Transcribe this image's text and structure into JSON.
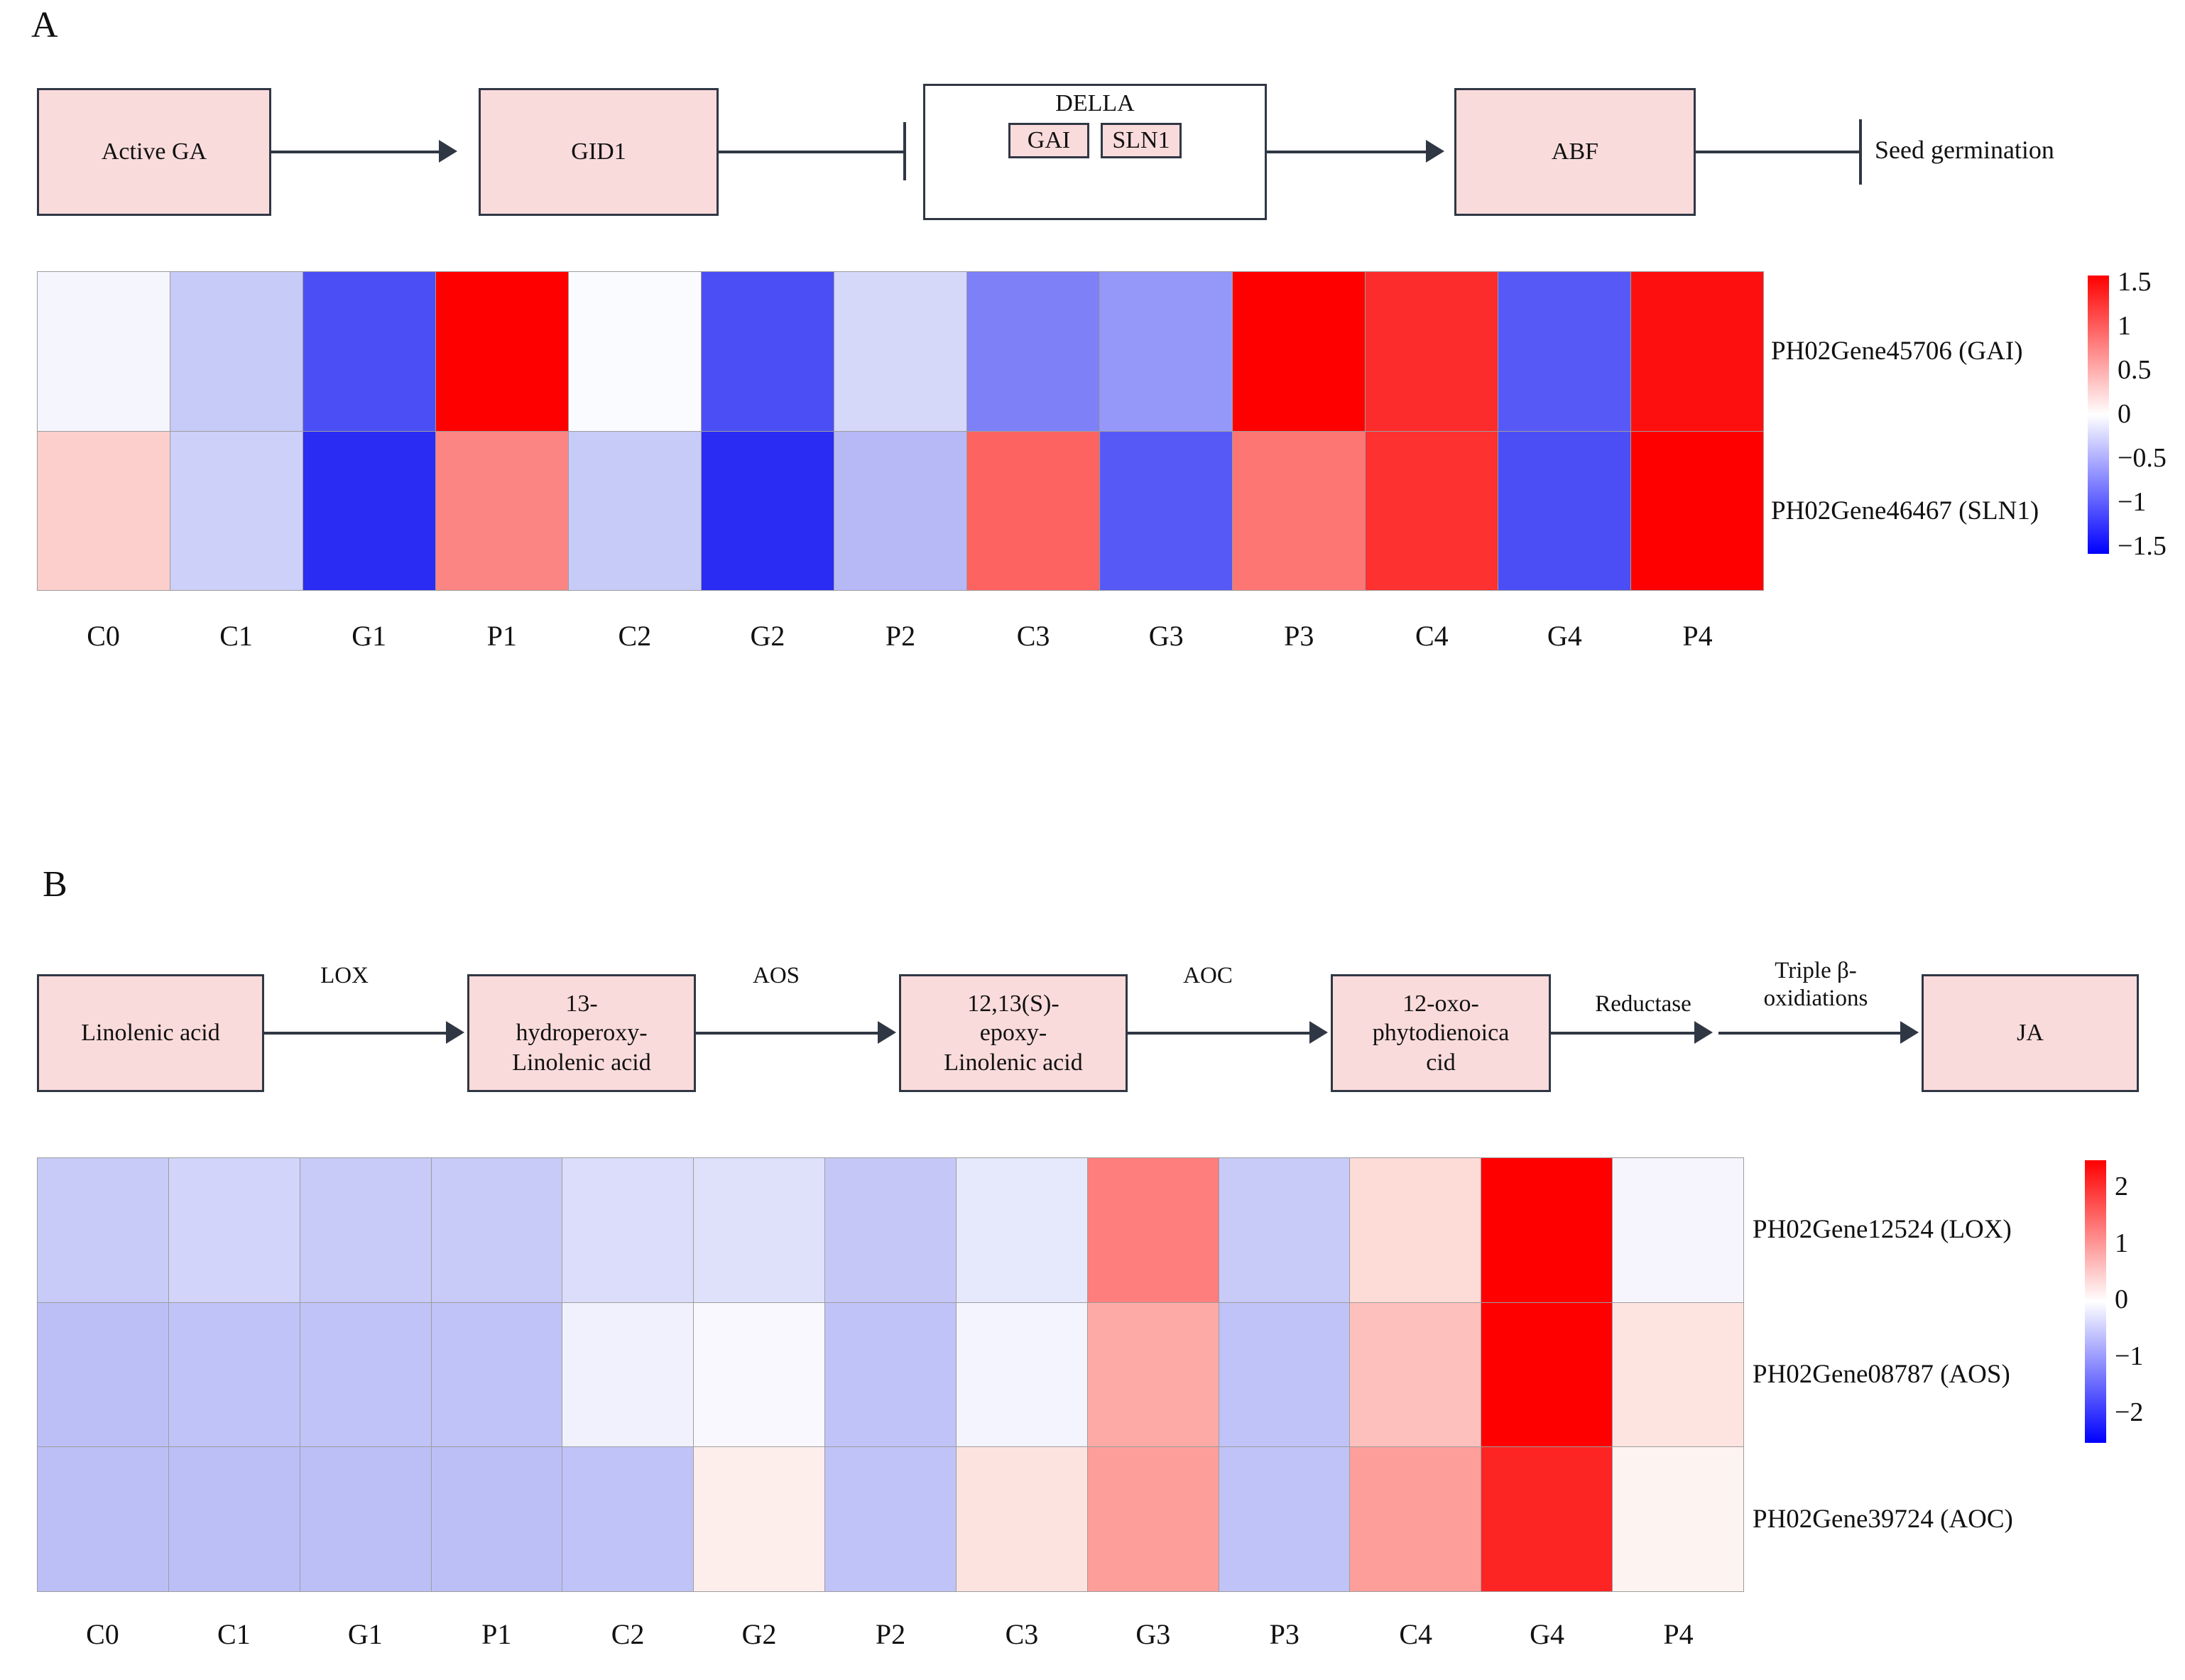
{
  "figure": {
    "panels": [
      "A",
      "B"
    ]
  },
  "panelA": {
    "letter": "A",
    "pathway": {
      "nodes": [
        {
          "id": "active-ga",
          "label": "Active GA"
        },
        {
          "id": "gid1",
          "label": "GID1"
        },
        {
          "id": "della",
          "label": "DELLA",
          "children": [
            {
              "id": "gai",
              "label": "GAI"
            },
            {
              "id": "sln1",
              "label": "SLN1"
            }
          ]
        },
        {
          "id": "abf",
          "label": "ABF"
        }
      ],
      "terminal_label": "Seed germination",
      "edges": [
        {
          "from": "active-ga",
          "to": "gid1",
          "type": "arrow"
        },
        {
          "from": "gid1",
          "to": "della",
          "type": "inhibit"
        },
        {
          "from": "della",
          "to": "abf",
          "type": "arrow"
        },
        {
          "from": "abf",
          "to": "seed-germination",
          "type": "inhibit"
        }
      ]
    },
    "heatmap": {
      "row_labels": [
        "PH02Gene45706 (GAI)",
        "PH02Gene46467 (SLN1)"
      ],
      "col_labels": [
        "C0",
        "C1",
        "G1",
        "P1",
        "C2",
        "G2",
        "P2",
        "C3",
        "G3",
        "P3",
        "C4",
        "G4",
        "P4"
      ],
      "legend_ticks": [
        "1.5",
        "1",
        "0.5",
        "0",
        "−0.5",
        "−1",
        "−1.5"
      ],
      "legend_max": 1.5,
      "legend_min": -1.5
    },
    "chart_data": {
      "type": "heatmap",
      "title": "",
      "xlabel": "",
      "ylabel": "",
      "x": [
        "C0",
        "C1",
        "G1",
        "P1",
        "C2",
        "G2",
        "P2",
        "C3",
        "G3",
        "P3",
        "C4",
        "G4",
        "P4"
      ],
      "y": [
        "PH02Gene45706 (GAI)",
        "PH02Gene46467 (SLN1)"
      ],
      "zlim": [
        -1.5,
        1.5
      ],
      "colormap": "blue-white-red",
      "values": [
        [
          -0.08,
          -0.55,
          -1.45,
          1.5,
          -0.02,
          -1.45,
          -0.45,
          -1.05,
          -0.8,
          1.5,
          1.35,
          -1.35,
          1.45
        ],
        [
          0.35,
          -0.5,
          -1.5,
          0.75,
          -0.55,
          -1.5,
          -0.5,
          0.85,
          -1.15,
          0.8,
          1.2,
          -1.3,
          1.5
        ]
      ],
      "colors": [
        [
          "#f4f5fd",
          "#c7cbf7",
          "#4c4ef5",
          "#ff0000",
          "#fafbfe",
          "#4c4ef5",
          "#d5d8f9",
          "#7d80f7",
          "#9698f9",
          "#ff0000",
          "#fd2c2c",
          "#5759f6",
          "#fd0f0f"
        ],
        [
          "#fdcfcc",
          "#cdd0f8",
          "#2a2bf3",
          "#fa8583",
          "#c7cbf7",
          "#2a2bf3",
          "#b6b9f6",
          "#fd6361",
          "#5759f6",
          "#fd7674",
          "#fc3130",
          "#4c4ef5",
          "#ff0000"
        ]
      ]
    }
  },
  "panelB": {
    "letter": "B",
    "pathway": {
      "nodes": [
        {
          "id": "linolenic-acid",
          "label": "Linolenic acid"
        },
        {
          "id": "hydroperoxy",
          "label": "13-\nhydroperoxy-\nLinolenic acid"
        },
        {
          "id": "epoxy",
          "label": "12,13(S)-\nepoxy-\nLinolenic acid"
        },
        {
          "id": "opda",
          "label": "12-oxo-\nphytodienoica\ncid"
        },
        {
          "id": "ja",
          "label": "JA"
        }
      ],
      "edge_labels": [
        "LOX",
        "AOS",
        "AOC",
        "Reductase",
        "Triple β-\noxidiations"
      ]
    },
    "heatmap": {
      "row_labels": [
        "PH02Gene12524 (LOX)",
        "PH02Gene08787 (AOS)",
        "PH02Gene39724 (AOC)"
      ],
      "col_labels": [
        "C0",
        "C1",
        "G1",
        "P1",
        "C2",
        "G2",
        "P2",
        "C3",
        "G3",
        "P3",
        "C4",
        "G4",
        "P4"
      ],
      "legend_ticks": [
        "2",
        "1",
        "0",
        "−1",
        "−2"
      ],
      "legend_max": 2,
      "legend_min": -2
    },
    "chart_data": {
      "type": "heatmap",
      "title": "",
      "xlabel": "",
      "ylabel": "",
      "x": [
        "C0",
        "C1",
        "G1",
        "P1",
        "C2",
        "G2",
        "P2",
        "C3",
        "G3",
        "P3",
        "C4",
        "G4",
        "P4"
      ],
      "y": [
        "PH02Gene12524 (LOX)",
        "PH02Gene08787 (AOS)",
        "PH02Gene39724 (AOC)"
      ],
      "zlim": [
        -2,
        2
      ],
      "colormap": "blue-white-red",
      "values": [
        [
          -0.65,
          -0.6,
          -0.65,
          -0.65,
          -0.45,
          -0.4,
          -0.7,
          -0.3,
          1.15,
          -0.65,
          0.35,
          2.0,
          -0.1
        ],
        [
          -0.8,
          -0.75,
          -0.75,
          -0.75,
          -0.12,
          -0.05,
          -0.75,
          -0.1,
          0.75,
          -0.75,
          0.6,
          2.0,
          0.25
        ],
        [
          -0.8,
          -0.8,
          -0.8,
          -0.8,
          -0.75,
          0.15,
          -0.75,
          0.22,
          0.85,
          -0.75,
          0.85,
          1.9,
          0.08
        ]
      ],
      "colors": [
        [
          "#c8cbf7",
          "#d2d5f9",
          "#c8cbf7",
          "#c8cbf7",
          "#dbddfa",
          "#dfe1fb",
          "#c5c8f7",
          "#e6e8fc",
          "#fd7e7c",
          "#c8cbf7",
          "#fddbd7",
          "#ff0000",
          "#f6f5fd"
        ],
        [
          "#bcbff6",
          "#c0c3f7",
          "#c0c3f7",
          "#c0c3f7",
          "#f0f1fd",
          "#f8f8fe",
          "#c0c3f7",
          "#f3f4fd",
          "#fdaaa7",
          "#c0c3f7",
          "#fdc0bc",
          "#ff0000",
          "#fde4e1"
        ],
        [
          "#bcbff6",
          "#bcbff6",
          "#bcbff6",
          "#bcbff6",
          "#c0c3f7",
          "#fdeeeb",
          "#c0c3f7",
          "#fde3e0",
          "#fd9e9b",
          "#c0c3f7",
          "#fd9e9b",
          "#fc2524",
          "#fdf3f1"
        ]
      ]
    }
  }
}
